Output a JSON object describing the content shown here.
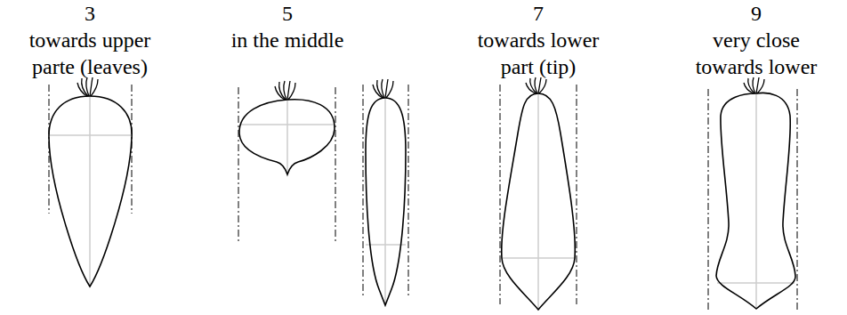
{
  "diagram": {
    "labels": [
      "3",
      "towards upper parte (leaves)",
      "5",
      "in the middle",
      "7",
      "towards lower part (tip)",
      "9",
      "very close towards lower"
    ]
  }
}
